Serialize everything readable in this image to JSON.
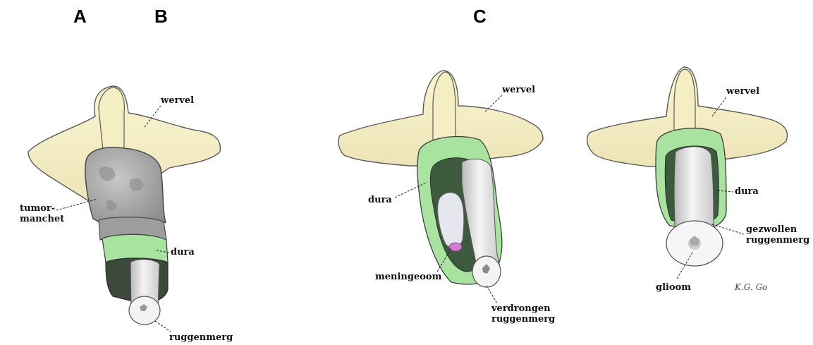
{
  "panels": {
    "a": {
      "letter": "A"
    },
    "b": {
      "letter": "B"
    },
    "c": {
      "letter": "C"
    }
  },
  "figure1": {
    "vertebra": "wervel",
    "tumor_line1": "tumor-",
    "tumor_line2": "manchet",
    "dura": "dura",
    "spinal_cord": "ruggenmerg"
  },
  "figure2": {
    "vertebra": "wervel",
    "dura": "dura",
    "meningioma": "meningeoom",
    "cord_line1": "verdrongen",
    "cord_line2": "ruggenmerg"
  },
  "figure3": {
    "vertebra": "wervel",
    "dura": "dura",
    "swollen_line1": "gezwollen",
    "swollen_line2": "ruggenmerg",
    "glioma": "glioom",
    "signature": "K.G. Go"
  },
  "colors": {
    "bone": "#f7f1c4",
    "dura_green": "#a8e3a0",
    "dark_green": "#3c5a3c",
    "tumor_gray": "#a9a9a9",
    "cord": "#e9e9e9"
  }
}
